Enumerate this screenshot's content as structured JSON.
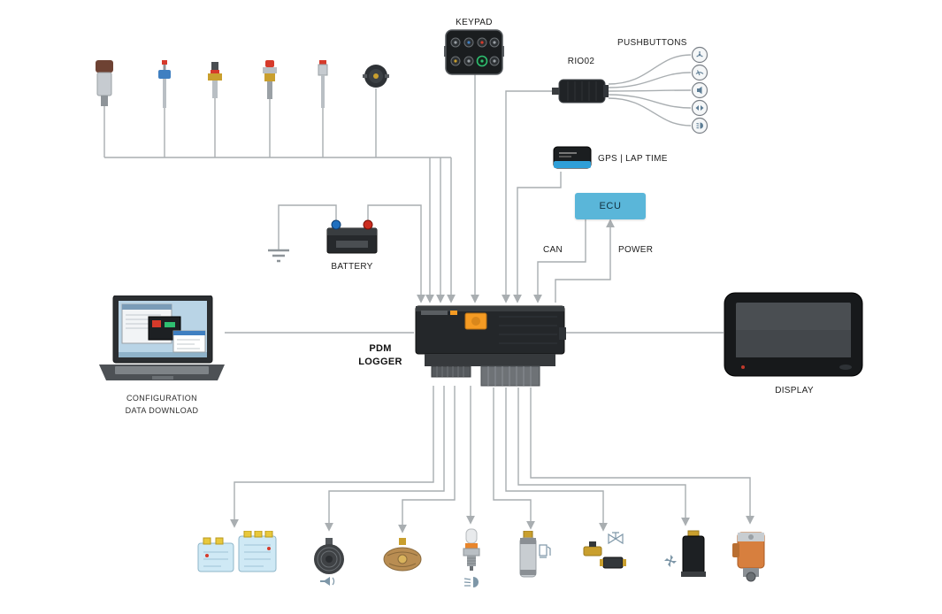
{
  "labels": {
    "keypad": "KEYPAD",
    "pushbuttons": "PUSHBUTTONS",
    "rio02": "RIO02",
    "gps": "GPS | LAP TIME",
    "ecu": "ECU",
    "can": "CAN",
    "power": "POWER",
    "battery": "BATTERY",
    "pdm_line1": "PDM",
    "pdm_line2": "LOGGER",
    "laptop_line1": "CONFIGURATION",
    "laptop_line2": "DATA DOWNLOAD",
    "display": "DISPLAY"
  },
  "icons": {
    "top_sensors": [
      "fluid-reservoir-sensor",
      "valve-sensor",
      "level-sensor",
      "pressure-sensor",
      "temperature-sensor",
      "rotary-position-sensor"
    ],
    "pushbuttons": [
      "fan-icon",
      "wiper-icon",
      "horn-icon",
      "turn-signal-icon",
      "low-beam-icon"
    ],
    "bottom_outputs": [
      "power-relay-box",
      "horn",
      "fan-clutch",
      "headlight-bulb",
      "fuel-pump",
      "solenoid-valves",
      "fan-motor",
      "starter-motor"
    ],
    "output_glyphs": [
      "horn-icon",
      "low-beam-icon",
      "fuel-pump-icon",
      "valve-icon",
      "fan-icon"
    ]
  },
  "colors": {
    "wire": "#a9aeb1",
    "ecu_fill": "#5ab6d9",
    "accent_orange": "#f59b23",
    "relay_box_fill": "#cfe9f5",
    "device_dark": "#24272a",
    "gps_blue": "#2f9fd8",
    "battery_pos_red": "#cc2d1f",
    "battery_neg_blue": "#1f6fbf",
    "glyph_gray_blue": "#7e97a8"
  }
}
